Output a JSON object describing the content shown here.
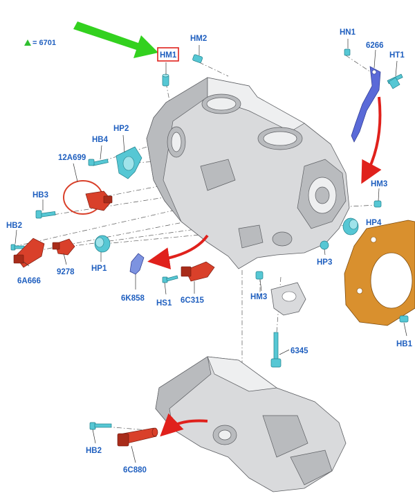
{
  "legend": {
    "marker_color": "#2fbf2f",
    "text": "= 6701"
  },
  "highlighted_callout": "HM1",
  "callouts": {
    "hm1": "HM1",
    "hm2": "HM2",
    "hn1": "HN1",
    "c6266": "6266",
    "ht1": "HT1",
    "hb4": "HB4",
    "hp2": "HP2",
    "c12a699": "12A699",
    "hm3_right": "HM3",
    "hb3": "HB3",
    "hp4": "HP4",
    "hb2_left": "HB2",
    "c6a666": "6A666",
    "c9278": "9278",
    "hp1": "HP1",
    "hp3": "HP3",
    "c6k858": "6K858",
    "hs1": "HS1",
    "c6c315": "6C315",
    "hm3_center": "HM3",
    "hb1": "HB1",
    "c6345": "6345",
    "hb2_bottom": "HB2",
    "c6c880": "6C880"
  },
  "colors": {
    "callout_text": "#1f5fbf",
    "highlight_box": "#e0211c",
    "pointer_arrow": "#33d11f",
    "motion_arrow": "#e0211c",
    "part_cyan": "#56c7d4",
    "part_red": "#d9402a",
    "part_blue": "#5a6ad8",
    "part_orange": "#d9902e",
    "casting_gray": "#d9dadc"
  }
}
